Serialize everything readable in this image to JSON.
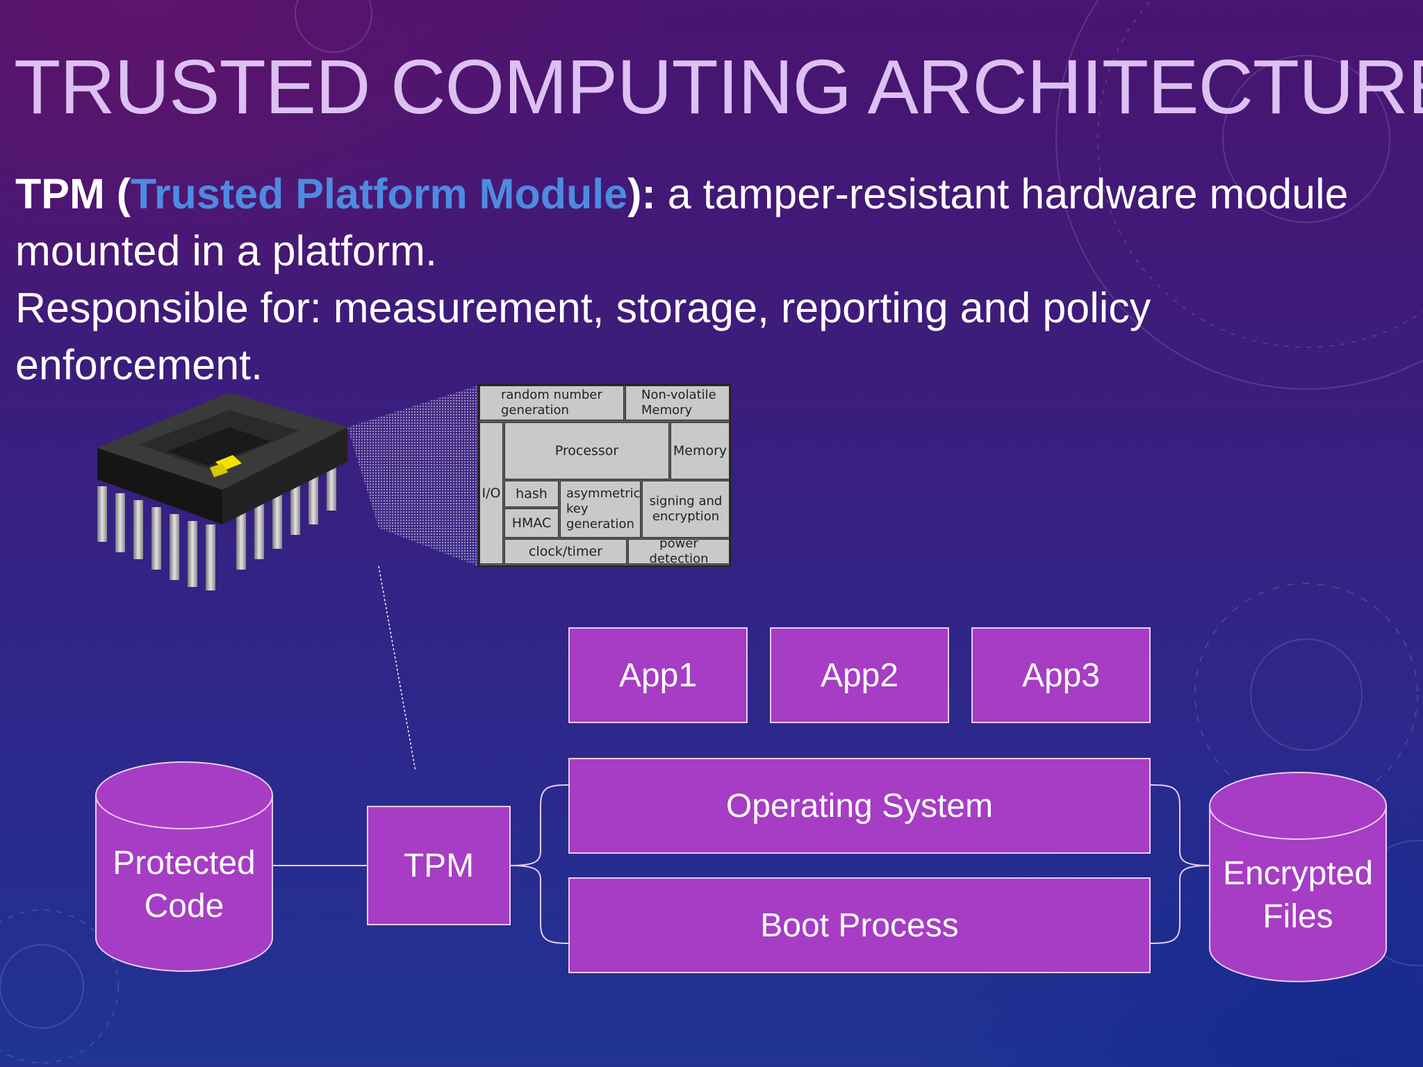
{
  "title": "TRUSTED COMPUTING ARCHITECTURE",
  "intro": {
    "tpm_prefix": "TPM (",
    "tpm_expansion": "Trusted Platform Module",
    "tpm_suffix": "):",
    "line1_rest": " a tamper-resistant hardware module mounted in a platform.",
    "line2": "Responsible for: measurement, storage, reporting and policy enforcement."
  },
  "tpm_blocks": {
    "rng": "random number generation",
    "nvm": "Non-volatile Memory",
    "processor": "Processor",
    "memory": "Memory",
    "io": "I/O",
    "hash": "hash",
    "hmac": "HMAC",
    "asym": "asymmetric key generation",
    "signing": "signing and encryption",
    "clock": "clock/timer",
    "power": "power detection"
  },
  "diagram": {
    "apps": [
      "App1",
      "App2",
      "App3"
    ],
    "os": "Operating System",
    "boot": "Boot Process",
    "tpm": "TPM",
    "protected_code": "Protected Code",
    "encrypted_files": "Encrypted Files"
  },
  "colors": {
    "box_fill": "#a63dc4",
    "title": "#dcc0f2",
    "highlight": "#4d8be0"
  }
}
